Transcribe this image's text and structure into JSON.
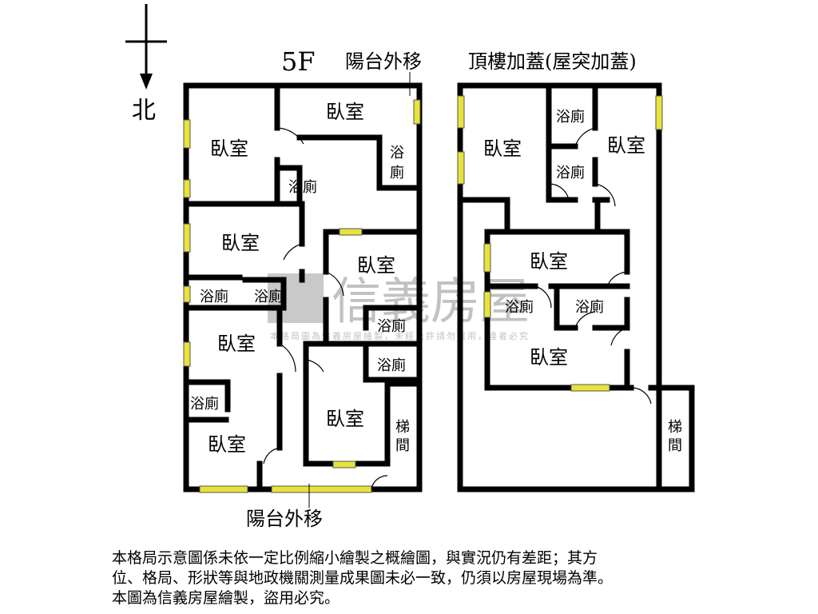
{
  "compass": {
    "north_label": "北"
  },
  "floor_5f": {
    "title": "5F",
    "balcony_top": "陽台外移",
    "balcony_bottom": "陽台外移",
    "rooms": [
      "臥室",
      "臥室",
      "浴廁",
      "浴",
      "廁",
      "臥室",
      "臥室",
      "浴廁",
      "浴廁",
      "臥室",
      "浴廁",
      "浴廁",
      "臥室",
      "浴廁",
      "臥室",
      "梯",
      "間"
    ]
  },
  "floor_roof": {
    "title": "頂樓加蓋(屋突加蓋)",
    "rooms": [
      "浴廁",
      "臥室",
      "臥室",
      "浴廁",
      "臥室",
      "浴廁",
      "浴廁",
      "臥室",
      "梯",
      "間"
    ]
  },
  "watermark": {
    "brand": "信義房屋",
    "notice": "本格局圖為信義房屋繪製，未經允許請勿盜用，違者必究"
  },
  "disclaimer": [
    "本格局示意圖係未依一定比例縮小繪製之概繪圖，與實況仍有差距；其方",
    "位、格局、形狀等與地政機關測量成果圖未必一致，仍須以房屋現場為準。",
    "本圖為信義房屋繪製，盜用必究。"
  ]
}
